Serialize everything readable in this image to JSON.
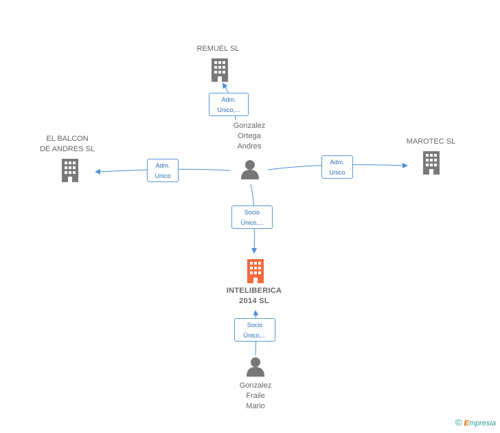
{
  "companies": {
    "remuel": {
      "name": "REMUEL SL"
    },
    "balcon": {
      "name": "EL BALCON\nDE ANDRES SL"
    },
    "marotec": {
      "name": "MAROTEC SL"
    },
    "inteliberica": {
      "name": "INTELIBERICA\n2014  SL"
    }
  },
  "people": {
    "andres": {
      "name": "Gonzalez\nOrtega\nAndres"
    },
    "mario": {
      "name": "Gonzalez\nFraile\nMario"
    }
  },
  "relations": {
    "r_remuel": "Adm.\nUnico,...",
    "r_balcon": "Adm.\nUnico",
    "r_marotec": "Adm.\nUnico",
    "r_inteli": "Socio\nÚnico,...",
    "r_mario": "Socio\nÚnico,..."
  },
  "colors": {
    "edge": "#4a90d9",
    "building": "#7a7a7a",
    "focus": "#f26a3d",
    "person": "#777777"
  },
  "footer": {
    "copyright": "©",
    "brand_first": "E",
    "brand_rest": "mpresia"
  }
}
